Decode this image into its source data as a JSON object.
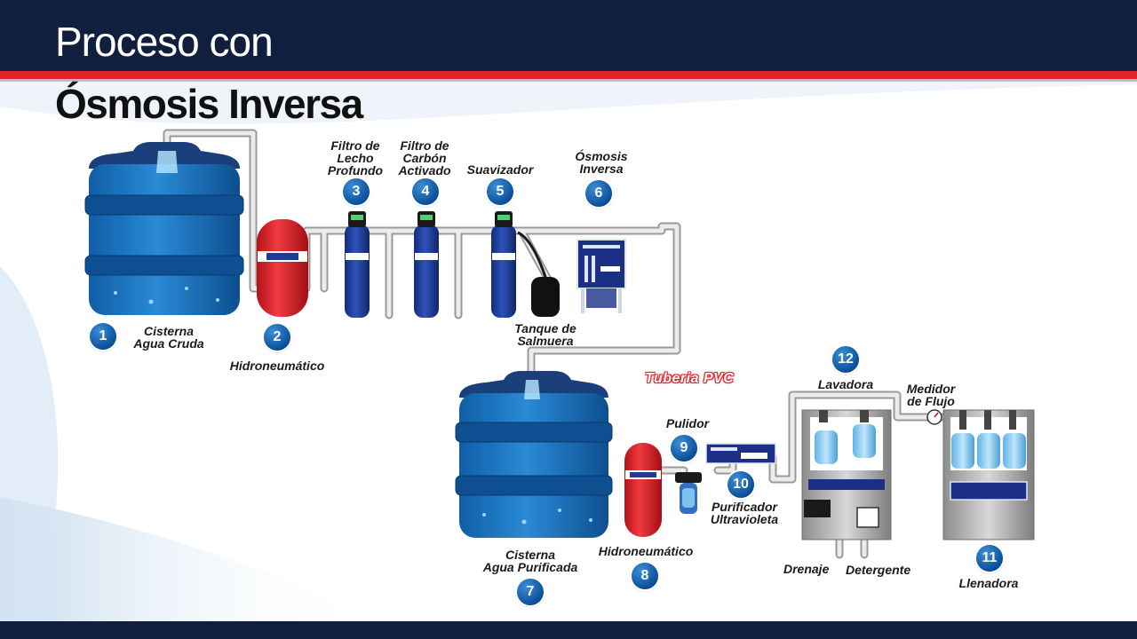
{
  "header": {
    "title": "Proceso con",
    "subtitle": "Ósmosis Inversa"
  },
  "colors": {
    "navy": "#0f1f3d",
    "red_stripe": "#e2232a",
    "tank_blue": "#1a6fb8",
    "badge_blue": "#0a4f9a",
    "filter_blue": "#1e3c96"
  },
  "components": [
    {
      "number": "1",
      "name": "Cisterna",
      "name2": "Agua Cruda"
    },
    {
      "number": "2",
      "name": "Hidroneumático"
    },
    {
      "number": "3",
      "name": "Filtro de",
      "name2": "Lecho",
      "name3": "Profundo"
    },
    {
      "number": "4",
      "name": "Filtro de",
      "name2": "Carbón",
      "name3": "Activado"
    },
    {
      "number": "5",
      "name": "Suavizador"
    },
    {
      "number": "6",
      "name": "Ósmosis",
      "name2": "Inversa"
    },
    {
      "number": "7",
      "name": "Cisterna",
      "name2": "Agua Purificada"
    },
    {
      "number": "8",
      "name": "Hidroneumático"
    },
    {
      "number": "9",
      "name": "Pulidor"
    },
    {
      "number": "10",
      "name": "Purificador",
      "name2": "Ultravioleta"
    },
    {
      "number": "11",
      "name": "Llenadora"
    },
    {
      "number": "12",
      "name": "Lavadora"
    }
  ],
  "extra_labels": {
    "brine_tank": "Tanque de",
    "brine_tank2": "Salmuera",
    "pipe": "Tuberia PVC",
    "flow_meter": "Medidor",
    "flow_meter2": "de Flujo",
    "drain": "Drenaje",
    "detergent": "Detergente"
  },
  "brand_icon": "brand-logo-icon"
}
